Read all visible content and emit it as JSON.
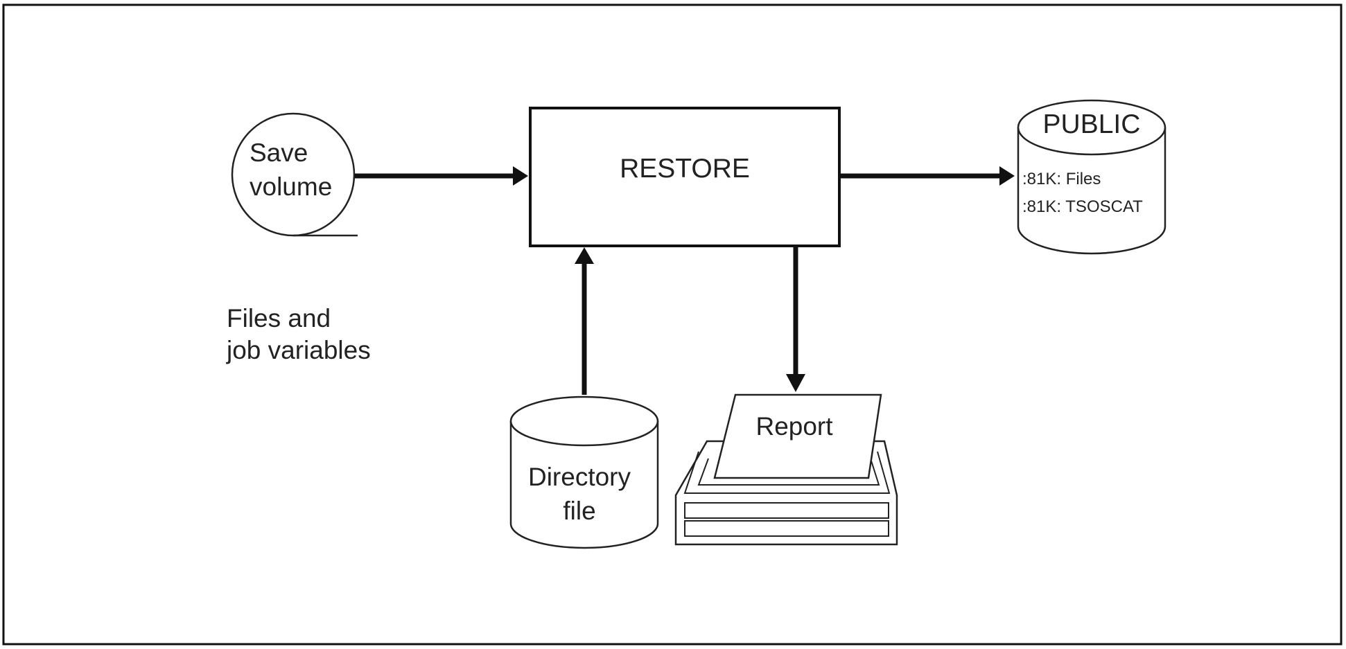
{
  "save_volume": {
    "line1": "Save",
    "line2": "volume"
  },
  "caption": {
    "line1": "Files and",
    "line2": "job variables"
  },
  "restore": {
    "label": "RESTORE"
  },
  "public": {
    "title": "PUBLIC",
    "line1": ":81K: Files",
    "line2": ":81K: TSOSCAT"
  },
  "directory": {
    "line1": "Directory",
    "line2": "file"
  },
  "report": {
    "label": "Report"
  }
}
